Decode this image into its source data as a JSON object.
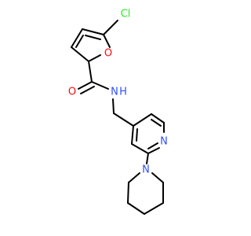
{
  "colors": {
    "bond": "#000000",
    "carbon": "#000000",
    "oxygen": "#ff0d0d",
    "nitrogen": "#3050f8",
    "chlorine": "#1ff01f"
  },
  "atoms": {
    "chlorine": {
      "symbol": "Cl",
      "element": "chlorine"
    },
    "furan_oxygen": {
      "symbol": "O",
      "element": "oxygen"
    },
    "carbonyl_oxygen": {
      "symbol": "O",
      "element": "oxygen"
    },
    "amide_nitrogen": {
      "symbol": "N",
      "hydrogen": "H",
      "element": "nitrogen"
    },
    "pyridine_nitrogen": {
      "symbol": "N",
      "element": "nitrogen"
    },
    "piperidine_nitrogen": {
      "symbol": "N",
      "element": "nitrogen"
    }
  }
}
